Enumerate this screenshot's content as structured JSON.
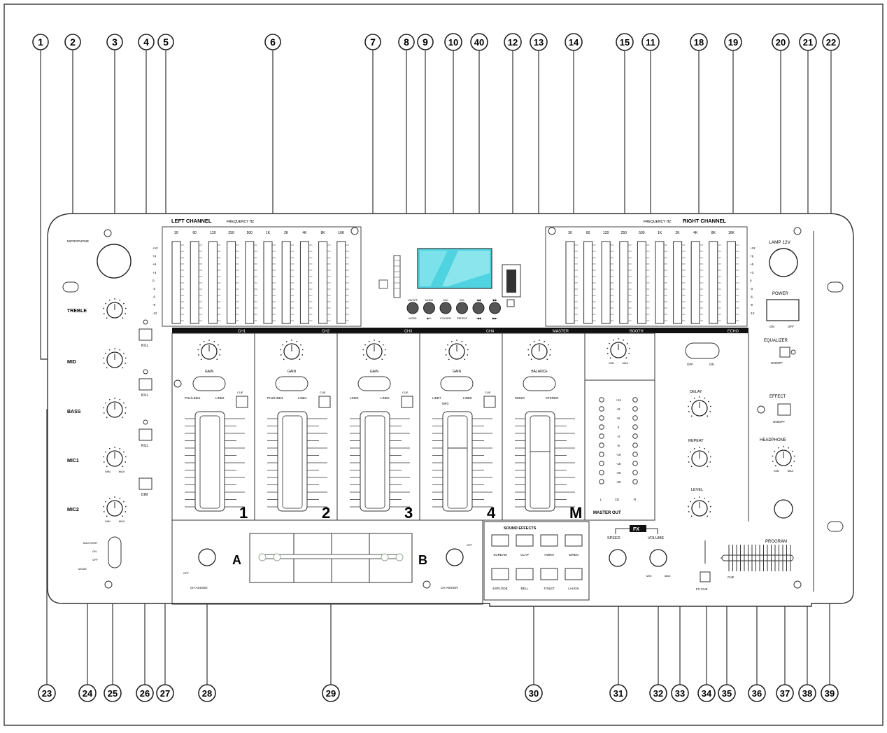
{
  "callouts": {
    "top": [
      "1",
      "2",
      "3",
      "4",
      "5",
      "6",
      "7",
      "8",
      "9",
      "10",
      "40",
      "12",
      "13",
      "14",
      "15",
      "11",
      "18",
      "19",
      "20",
      "21",
      "22"
    ],
    "bottom": [
      "23",
      "24",
      "25",
      "26",
      "27",
      "28",
      "29",
      "30",
      "31",
      "32",
      "33",
      "34",
      "35",
      "36",
      "37",
      "38",
      "39"
    ]
  },
  "panel": {
    "left_channel": "LEFT CHANNEL",
    "right_channel": "RIGHT CHANNEL",
    "frequency_hz": "FREQUENCY HZ",
    "eq_freqs": [
      "30",
      "60",
      "120",
      "250",
      "500",
      "1K",
      "2K",
      "4K",
      "8K",
      "16K"
    ],
    "eq_db": [
      "+12",
      "+9",
      "+6",
      "+3",
      "0",
      "-3",
      "-6",
      "-9",
      "-12"
    ],
    "microphone": "MICROPHONE",
    "treble": "TREBLE",
    "mid": "MID",
    "bass": "BASS",
    "mic1": "MIC1",
    "mic2": "MIC2",
    "kill": "KILL",
    "dim": "DIM",
    "talkover_labels": [
      "TALKOVER",
      "ON",
      "OFF",
      "MODE"
    ],
    "lamp": "LAMP 12V",
    "power": "POWER",
    "on": "ON",
    "off": "OFF",
    "equalizer": "EQUALIZER",
    "on_off": "ON/OFF",
    "effect": "EFFECT",
    "headphone": "HEADPHONE",
    "program": "PROGRAM",
    "cue": "CUE",
    "fx_cue": "FX CUE",
    "gain": "GAIN",
    "balance": "BALANCE",
    "min": "MIN",
    "max": "MAX",
    "channel_headers": [
      "CH1",
      "CH2",
      "CH3",
      "CH4",
      "MASTER",
      "BOOTH",
      "ECHO"
    ],
    "channel_numbers": [
      "1",
      "2",
      "3",
      "4",
      "M"
    ],
    "input_labels": [
      [
        "PH1/LINE1",
        "LINE2"
      ],
      [
        "PH2/LINE3",
        "LINE4"
      ],
      [
        "LINE5",
        "LINE6"
      ],
      [
        "LINE7",
        "LINE8"
      ],
      [
        "MONO",
        "STEREO"
      ]
    ],
    "mp3_input": "MP3",
    "master_out": "MASTER OUT",
    "meter_scale": [
      "+11",
      "+8",
      "+5",
      "0",
      "-3",
      "-6",
      "-10",
      "-15",
      "-20",
      "-30"
    ],
    "meter_lr": [
      "L",
      "CE",
      "R"
    ],
    "delay": "DELAY",
    "repeat": "REPEAT",
    "level": "LEVEL",
    "fx": "FX",
    "speed": "SPEED",
    "volume": "VOLUME",
    "ch_assign": "CH ASSIGN",
    "xfader_a": "A",
    "xfader_b": "B",
    "off_label": "OFF",
    "sound_effects": "SOUND EFFECTS",
    "effects": [
      "SCREAM",
      "CLAP",
      "HORN",
      "SIREN",
      "EXPLODE",
      "BELL",
      "TOILET",
      "LAUGH"
    ],
    "player_buttons": [
      "ON/OFF",
      "MODE",
      "MIC",
      "DEL",
      "◀◀",
      "▶▶"
    ],
    "player_sub": [
      "MODE",
      "▶/II",
      "FOLDER",
      "REPEAT",
      "I◀◀",
      "▶▶I"
    ],
    "cue_small": "CUE"
  }
}
